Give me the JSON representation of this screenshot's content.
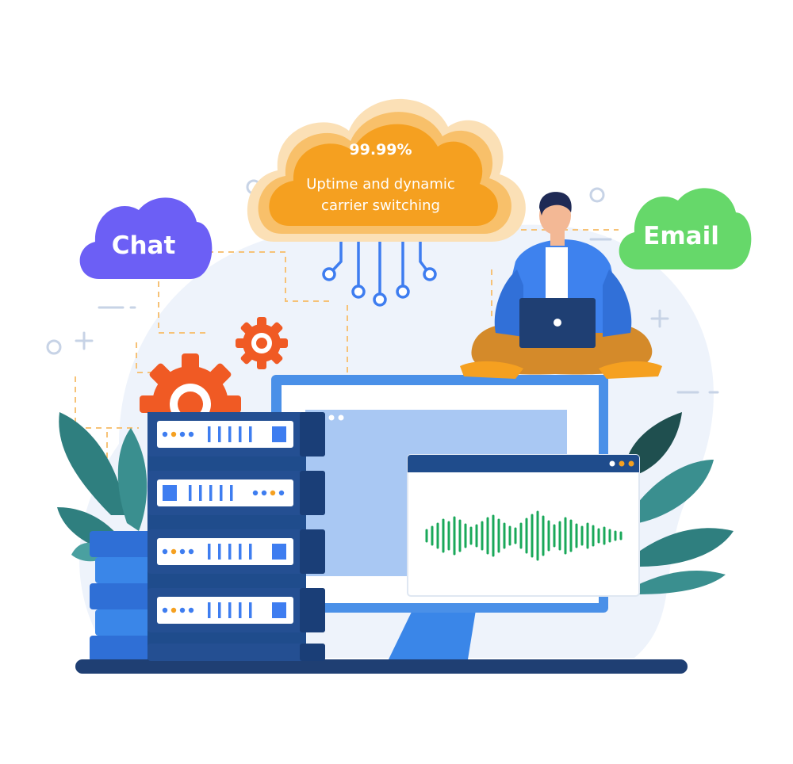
{
  "uptime": {
    "value": "99.99%",
    "caption_line1": "Uptime and dynamic",
    "caption_line2": "carrier switching"
  },
  "channels": {
    "chat": "Chat",
    "email": "Email"
  },
  "colors": {
    "uptime_cloud": "#f5a020",
    "chat_cloud": "#6c5ff5",
    "email_cloud": "#66d86a",
    "circuit_line": "#3e7df0",
    "gear": "#f05a24",
    "server": "#1f4c8c",
    "monitor": "#4a90e8",
    "waveform": "#1aa85a",
    "leaves": "#2f7f7f",
    "backdrop": "#eef3fb"
  },
  "icons": [
    "gear-icon",
    "laptop-icon",
    "cloud-icon",
    "server-rack-icon",
    "waveform-icon",
    "plus-icon",
    "circle-icon"
  ]
}
